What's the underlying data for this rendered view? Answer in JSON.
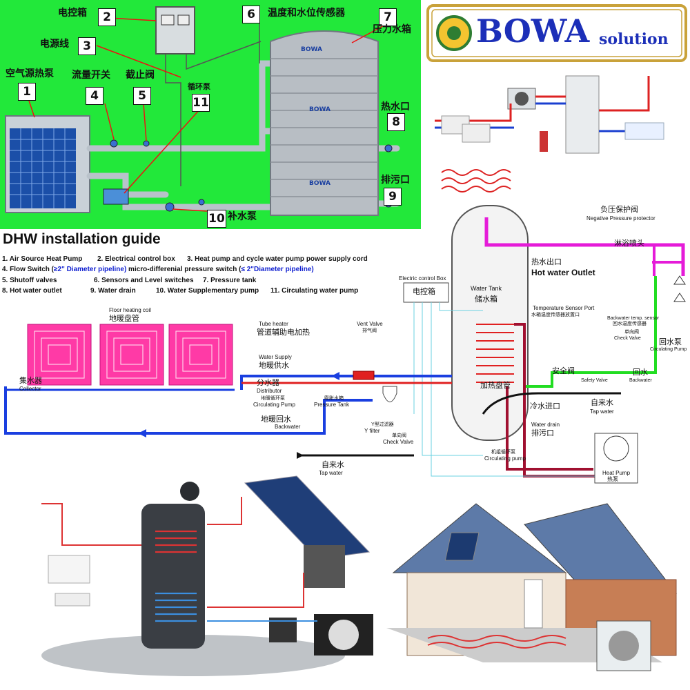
{
  "green": {
    "labels": {
      "control_box": "电控箱",
      "power_cord": "电源线",
      "air_source_heat_pump": "空气源热泵",
      "flow_switch": "流量开关",
      "shutoff_valve": "截止阀",
      "circulating_pump": "循环泵",
      "sensors": "温度和水位传感器",
      "pressure_tank": "压力水箱",
      "hot_water_outlet": "热水口",
      "drain": "排污口",
      "supplementary_pump": "补水泵"
    },
    "numbers": [
      "1",
      "2",
      "3",
      "4",
      "5",
      "6",
      "7",
      "8",
      "9",
      "10",
      "11"
    ],
    "tank_brand": "BOWA"
  },
  "logo": {
    "brand": "BOWA",
    "tagline": "solution"
  },
  "guide": {
    "title": "DHW  installation guide",
    "items": {
      "i1": "1. Air Source Heat Pump",
      "i2": "2. Electrical control box",
      "i3": "3. Heat pump and cycle water pump power supply cord",
      "i4a": "4. Flow Switch (",
      "i4b": "≥2\" Diameter pipeline)",
      "i4c": "  micro-differenial pressure switch (",
      "i4d": "≤ 2\"Diameter pipeline)",
      "i5": "5. Shutoff valves",
      "i6": "6. Sensors and Level switches",
      "i7": "7. Pressure tank",
      "i8": "8. Hot water outlet",
      "i9": "9. Water drain",
      "i10": "10. Water Supplementary pump",
      "i11": "11. Circulating water pump"
    }
  },
  "schematic": {
    "neg_pressure_zh": "负压保护阀",
    "neg_pressure_en": "Negative Pressure protector",
    "shower_zh": "淋浴喷头",
    "hot_outlet_zh": "热水出口",
    "hot_outlet_en": "Hot water Outlet",
    "ecb_en": "Electric control Box",
    "ecb_zh": "电控箱",
    "tank_en": "Water Tank",
    "tank_zh": "储水箱",
    "temp_port_en": "Temperature Sensor Port",
    "temp_port_zh": "水箱温度传感器放置口",
    "back_temp_en": "Backwater temp. sensor",
    "back_temp_zh": "回水温度传感器",
    "check_valve_zh": "单向阀",
    "check_valve_en": "Check Valve",
    "return_pump_zh": "回水泵",
    "return_pump_en": "Circulating Pump",
    "safety_zh": "安全阀",
    "safety_en": "Safety Valve",
    "backwater_zh": "回水",
    "backwater_en": "Backwater",
    "coil_zh": "加热盘管",
    "cold_in_zh": "冷水进口",
    "tap_zh": "自来水",
    "tap_en": "Tap water",
    "drain_en": "Water drain",
    "drain_zh": "排污口",
    "hp_circ_zh": "机组循环泵",
    "hp_circ_en": "Circulating pump",
    "hp_en": "Heat Pump",
    "hp_zh": "热泵",
    "floor_en": "Floor heating coil",
    "floor_zh": "地暖盘管",
    "tube_heater_en": "Tube heater",
    "tube_heater_zh": "管道辅助电加热",
    "vent_en": "Vent Valve",
    "vent_zh": "排气阀",
    "supply_en": "Water Supply",
    "supply_zh": "地暖供水",
    "distributor_zh": "分水器",
    "distributor_en": "Distributor",
    "collector_zh": "集水器",
    "collector_en": "Collector",
    "floor_pump_zh": "地暖循环泵",
    "floor_pump_en": "Circulating Pump",
    "ptank_zh": "膨胀水箱",
    "ptank_en": "Pressure Tank",
    "floor_back_zh": "地暖回水",
    "floor_back_en": "Backwater",
    "yfilter_zh": "Y型过滤器",
    "yfilter_en": "Y filter",
    "check2_zh": "单向阀",
    "check2_en": "Check Valve",
    "tap2_zh": "自来水",
    "tap2_en": "Tap water"
  }
}
